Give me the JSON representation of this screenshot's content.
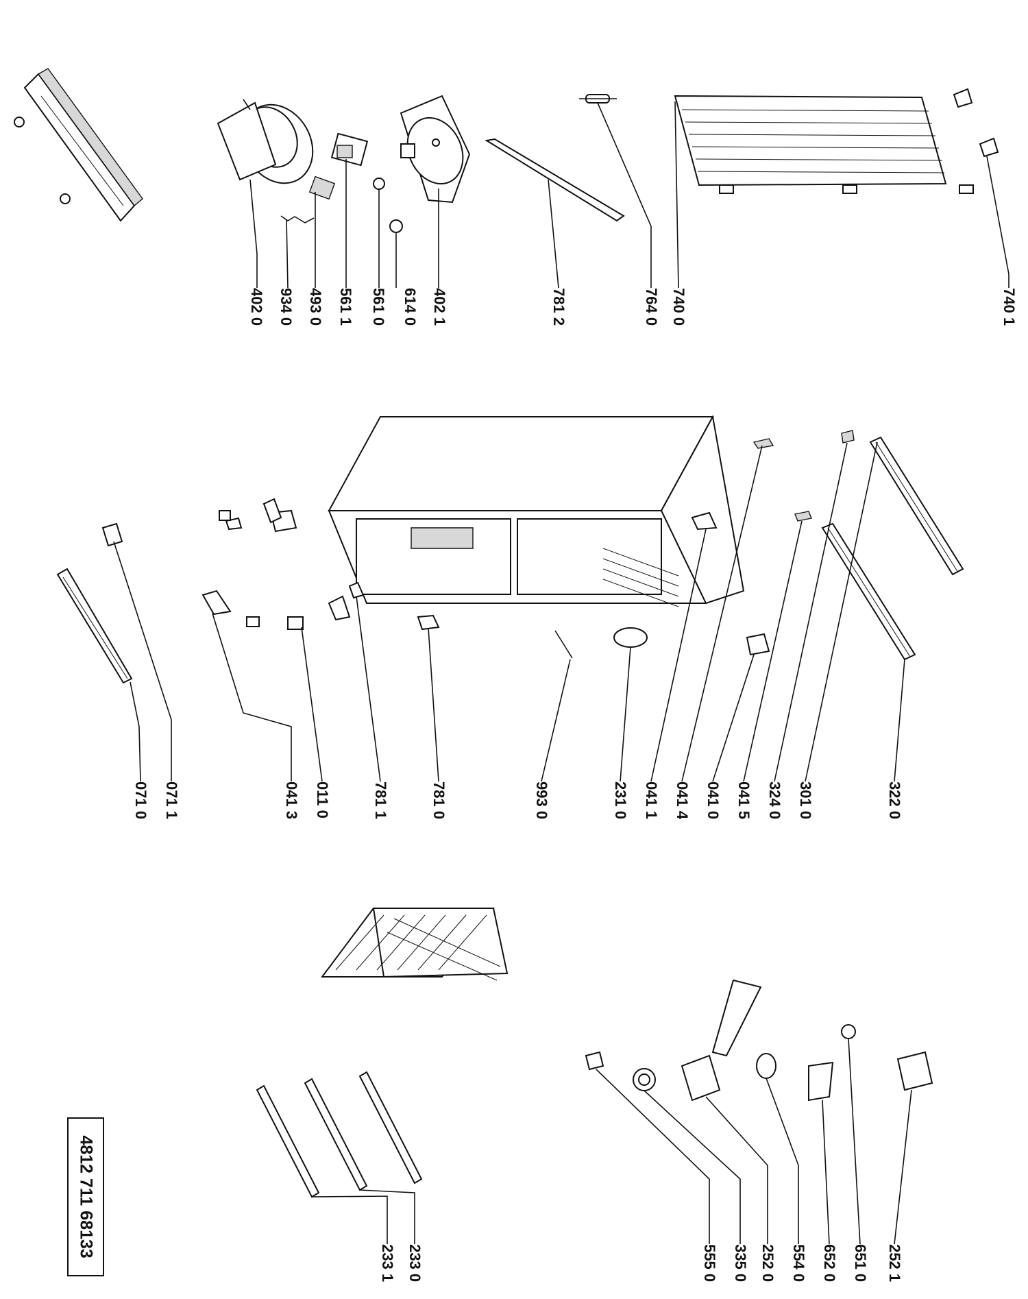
{
  "doc_code": "4812 711 68133",
  "labels": {
    "top": [
      "402 0",
      "934 0",
      "493 0",
      "561 1",
      "561 0",
      "614 0",
      "402 1",
      "781 2",
      "764 0",
      "740 0",
      "740 1"
    ],
    "middle": [
      "071 0",
      "071 1",
      "041 3",
      "011 0",
      "781 1",
      "781 0",
      "993 0",
      "231 0",
      "041 1",
      "041 4",
      "041 0",
      "041 5",
      "324 0",
      "301 0",
      "322 0"
    ],
    "bottom": [
      "233 1",
      "233 0",
      "555 0",
      "335 0",
      "252 0",
      "554 0",
      "652 0",
      "651 0",
      "252 1"
    ]
  }
}
